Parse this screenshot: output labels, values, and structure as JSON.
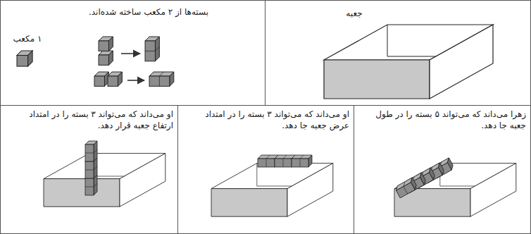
{
  "diagram": {
    "nodes": [
      {
        "text": [
          "بسته‌ها از ۲ مکعب ساخته شده‌اند.",
          "۱ مکعب"
        ]
      },
      {
        "text": [
          "جعبه"
        ]
      },
      {
        "text": [
          "او می‌داند که می‌تواند ۳ بسته را در امتداد ارتفاع جعبه قرار دهد."
        ]
      },
      {
        "text": [
          "او می‌داند که می‌تواند ۳ بسته را در امتداد عرض جعبه جا دهد."
        ]
      },
      {
        "text": [
          "زهرا می‌داند که می‌تواند ۵ بسته را در طول جعبه جا دهد."
        ]
      }
    ]
  }
}
